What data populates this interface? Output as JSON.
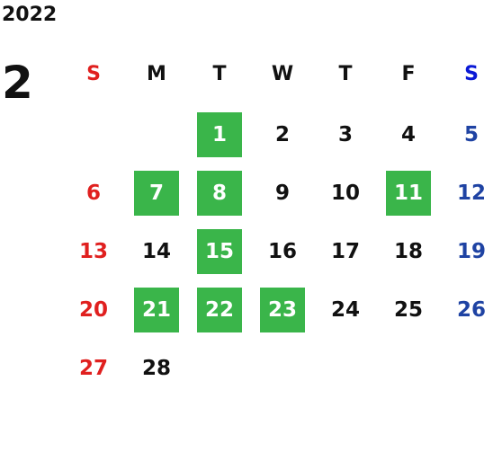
{
  "calendar": {
    "year": "2022",
    "month": "2",
    "weekdays": [
      "S",
      "M",
      "T",
      "W",
      "T",
      "F",
      "S"
    ],
    "weeks": [
      [
        null,
        null,
        {
          "d": "1",
          "hl": true
        },
        {
          "d": "2"
        },
        {
          "d": "3"
        },
        {
          "d": "4"
        },
        {
          "d": "5"
        }
      ],
      [
        {
          "d": "6"
        },
        {
          "d": "7",
          "hl": true
        },
        {
          "d": "8",
          "hl": true
        },
        {
          "d": "9"
        },
        {
          "d": "10"
        },
        {
          "d": "11",
          "hl": true
        },
        {
          "d": "12"
        }
      ],
      [
        {
          "d": "13"
        },
        {
          "d": "14"
        },
        {
          "d": "15",
          "hl": true
        },
        {
          "d": "16"
        },
        {
          "d": "17"
        },
        {
          "d": "18"
        },
        {
          "d": "19"
        }
      ],
      [
        {
          "d": "20"
        },
        {
          "d": "21",
          "hl": true
        },
        {
          "d": "22",
          "hl": true
        },
        {
          "d": "23",
          "hl": true
        },
        {
          "d": "24"
        },
        {
          "d": "25"
        },
        {
          "d": "26"
        }
      ],
      [
        {
          "d": "27"
        },
        {
          "d": "28"
        },
        null,
        null,
        null,
        null,
        null
      ]
    ],
    "colors": {
      "highlight": "#3ab54a",
      "sunday": "#e0201f",
      "saturday_header": "#0a19d6",
      "saturday": "#1f43a3",
      "text": "#111111"
    }
  }
}
